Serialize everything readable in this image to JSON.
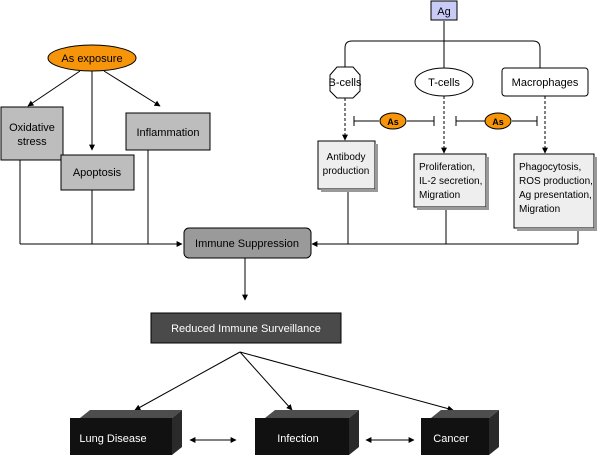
{
  "nodes": {
    "ag": "Ag",
    "as_exposure": "As exposure",
    "oxidative_stress_1": "Oxidative",
    "oxidative_stress_2": "stress",
    "inflammation": "Inflammation",
    "apoptosis": "Apoptosis",
    "b_cells": "B-cells",
    "t_cells": "T-cells",
    "macrophages": "Macrophages",
    "as_b_t": "As",
    "as_t_m": "As",
    "antibody_1": "Antibody",
    "antibody_2": "production",
    "prolif_1": "Proliferation,",
    "prolif_2": "IL-2 secretion,",
    "prolif_3": "Migration",
    "phago_1": "Phagocytosis,",
    "phago_2": "ROS production,",
    "phago_3": "Ag presentation,",
    "phago_4": "Migration",
    "immune_suppression": "Immune Suppression",
    "reduced_surveillance": "Reduced Immune Surveillance",
    "lung_disease": "Lung Disease",
    "infection": "Infection",
    "cancer": "Cancer"
  },
  "colors": {
    "as_fill": "#f7950a",
    "ag_fill": "#c9cbf7",
    "gray_box": "#bdbdbd",
    "light_box": "#eeeeee",
    "immune_suppression_fill": "#9a9a9a",
    "surveillance_fill": "#4a4a4a",
    "outcome_fill": "#111111",
    "outcome_side": "#4d4d4d"
  }
}
